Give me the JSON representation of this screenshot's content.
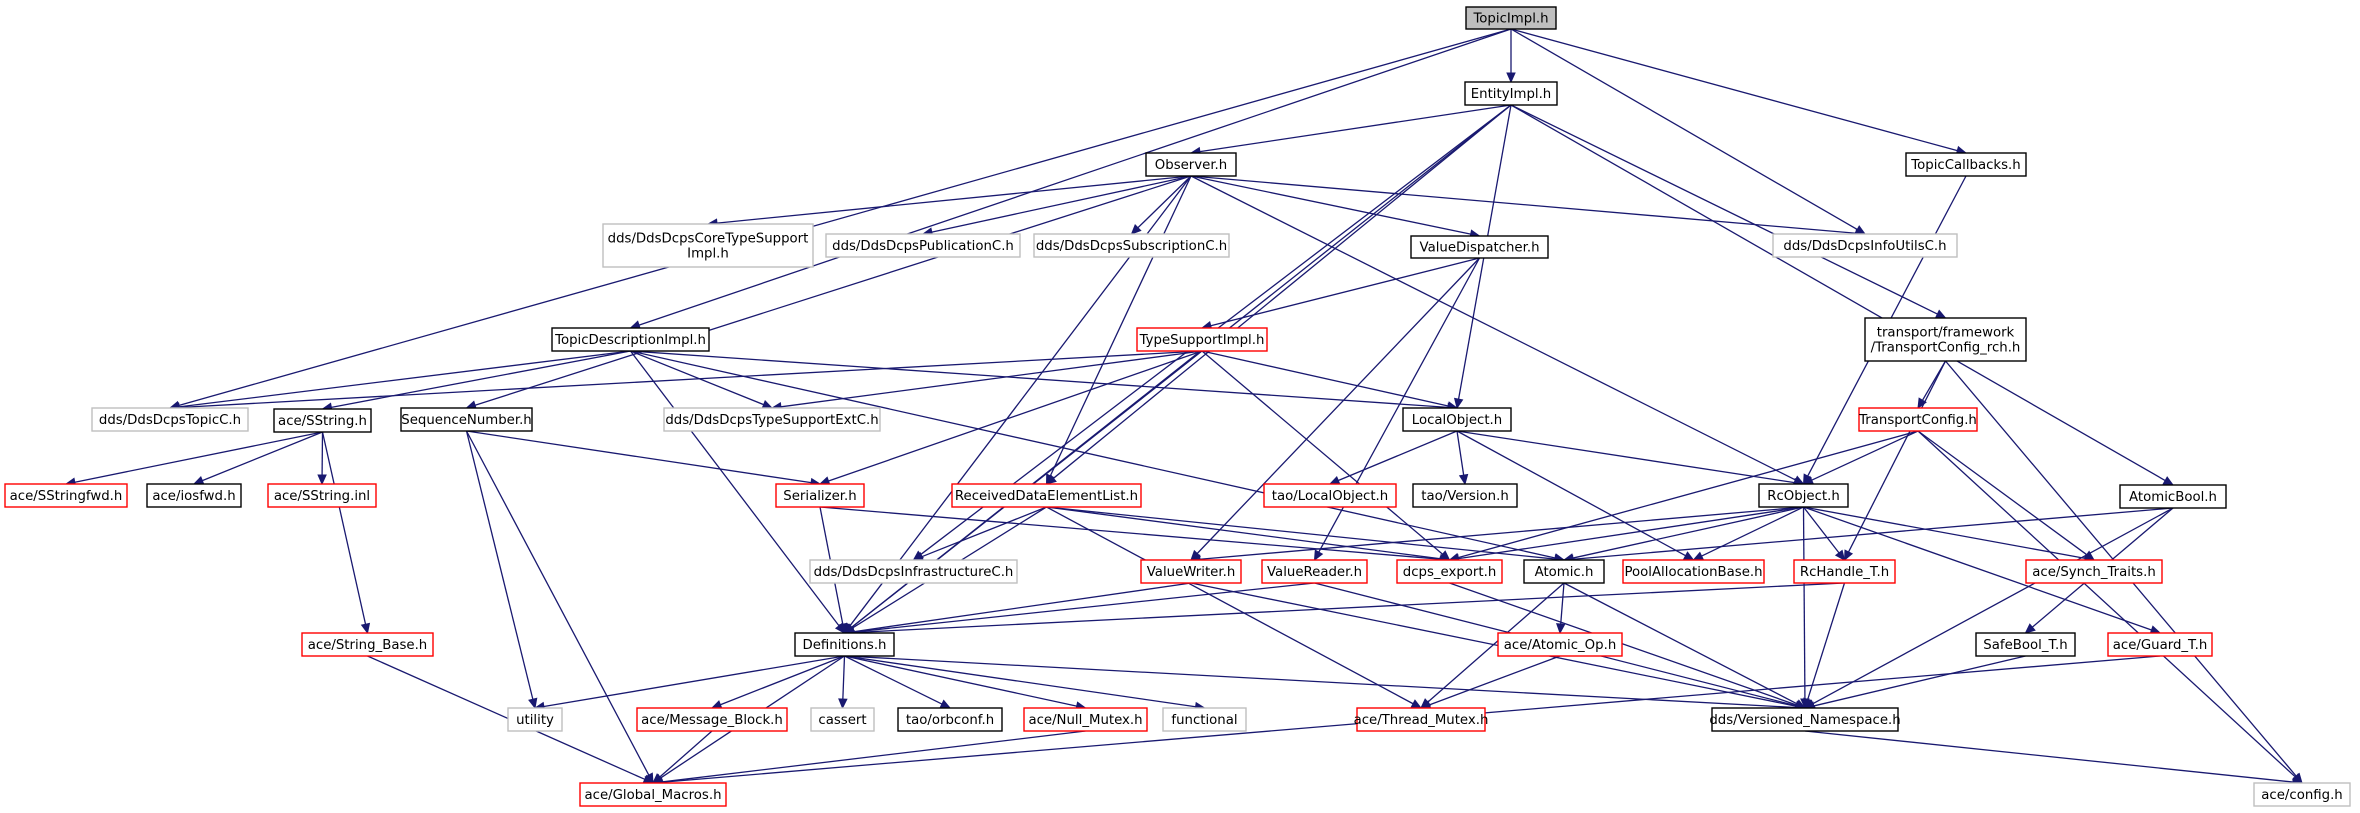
{
  "colors": {
    "edge": "#191970",
    "documented_border": "#000000",
    "undocumented_border": "#ff0000",
    "external_border": "#bfbfbf",
    "root_fill": "#bfbfbf",
    "background": "#ffffff"
  },
  "nodes": [
    {
      "id": "TopicImpl",
      "lines": [
        "TopicImpl.h"
      ],
      "style": "root"
    },
    {
      "id": "EntityImpl",
      "lines": [
        "EntityImpl.h"
      ],
      "style": "black"
    },
    {
      "id": "TopicCallbacks",
      "lines": [
        "TopicCallbacks.h"
      ],
      "style": "black"
    },
    {
      "id": "Observer",
      "lines": [
        "Observer.h"
      ],
      "style": "black"
    },
    {
      "id": "CoreTypeSupport",
      "lines": [
        "dds/DdsDcpsCoreTypeSupport",
        "Impl.h"
      ],
      "style": "gray"
    },
    {
      "id": "PublicationC",
      "lines": [
        "dds/DdsDcpsPublicationC.h"
      ],
      "style": "gray"
    },
    {
      "id": "SubscriptionC",
      "lines": [
        "dds/DdsDcpsSubscriptionC.h"
      ],
      "style": "gray"
    },
    {
      "id": "ValueDispatcher",
      "lines": [
        "ValueDispatcher.h"
      ],
      "style": "black"
    },
    {
      "id": "InfoUtilsC",
      "lines": [
        "dds/DdsDcpsInfoUtilsC.h"
      ],
      "style": "gray"
    },
    {
      "id": "TransportConfigRch",
      "lines": [
        "transport/framework",
        "/TransportConfig_rch.h"
      ],
      "style": "black"
    },
    {
      "id": "TopicDescriptionImpl",
      "lines": [
        "TopicDescriptionImpl.h"
      ],
      "style": "black"
    },
    {
      "id": "TypeSupportImpl",
      "lines": [
        "TypeSupportImpl.h"
      ],
      "style": "red"
    },
    {
      "id": "TransportConfig",
      "lines": [
        "TransportConfig.h"
      ],
      "style": "red"
    },
    {
      "id": "TopicC",
      "lines": [
        "dds/DdsDcpsTopicC.h"
      ],
      "style": "gray"
    },
    {
      "id": "SString",
      "lines": [
        "ace/SString.h"
      ],
      "style": "black"
    },
    {
      "id": "SequenceNumber",
      "lines": [
        "SequenceNumber.h"
      ],
      "style": "black"
    },
    {
      "id": "TypeSupportExtC",
      "lines": [
        "dds/DdsDcpsTypeSupportExtC.h"
      ],
      "style": "gray"
    },
    {
      "id": "LocalObject",
      "lines": [
        "LocalObject.h"
      ],
      "style": "black"
    },
    {
      "id": "AtomicBool",
      "lines": [
        "AtomicBool.h"
      ],
      "style": "black"
    },
    {
      "id": "SStringfwd",
      "lines": [
        "ace/SStringfwd.h"
      ],
      "style": "red"
    },
    {
      "id": "iosfwd",
      "lines": [
        "ace/iosfwd.h"
      ],
      "style": "black"
    },
    {
      "id": "SStringInl",
      "lines": [
        "ace/SString.inl"
      ],
      "style": "red"
    },
    {
      "id": "Serializer",
      "lines": [
        "Serializer.h"
      ],
      "style": "red"
    },
    {
      "id": "ReceivedDataElementList",
      "lines": [
        "ReceivedDataElementList.h"
      ],
      "style": "red"
    },
    {
      "id": "TaoLocalObject",
      "lines": [
        "tao/LocalObject.h"
      ],
      "style": "red"
    },
    {
      "id": "TaoVersion",
      "lines": [
        "tao/Version.h"
      ],
      "style": "black"
    },
    {
      "id": "RcObject",
      "lines": [
        "RcObject.h"
      ],
      "style": "black"
    },
    {
      "id": "InfrastructureC",
      "lines": [
        "dds/DdsDcpsInfrastructureC.h"
      ],
      "style": "gray"
    },
    {
      "id": "ValueWriter",
      "lines": [
        "ValueWriter.h"
      ],
      "style": "red"
    },
    {
      "id": "ValueReader",
      "lines": [
        "ValueReader.h"
      ],
      "style": "red"
    },
    {
      "id": "DcpsExport",
      "lines": [
        "dcps_export.h"
      ],
      "style": "red"
    },
    {
      "id": "Atomic",
      "lines": [
        "Atomic.h"
      ],
      "style": "black"
    },
    {
      "id": "PoolAllocationBase",
      "lines": [
        "PoolAllocationBase.h"
      ],
      "style": "red"
    },
    {
      "id": "RcHandleT",
      "lines": [
        "RcHandle_T.h"
      ],
      "style": "red"
    },
    {
      "id": "SynchTraits",
      "lines": [
        "ace/Synch_Traits.h"
      ],
      "style": "red"
    },
    {
      "id": "StringBase",
      "lines": [
        "ace/String_Base.h"
      ],
      "style": "red"
    },
    {
      "id": "Definitions",
      "lines": [
        "Definitions.h"
      ],
      "style": "black"
    },
    {
      "id": "AtomicOp",
      "lines": [
        "ace/Atomic_Op.h"
      ],
      "style": "red"
    },
    {
      "id": "SafeBoolT",
      "lines": [
        "SafeBool_T.h"
      ],
      "style": "black"
    },
    {
      "id": "GuardT",
      "lines": [
        "ace/Guard_T.h"
      ],
      "style": "red"
    },
    {
      "id": "utility",
      "lines": [
        "utility"
      ],
      "style": "gray"
    },
    {
      "id": "MessageBlock",
      "lines": [
        "ace/Message_Block.h"
      ],
      "style": "red"
    },
    {
      "id": "cassert",
      "lines": [
        "cassert"
      ],
      "style": "gray"
    },
    {
      "id": "orbconf",
      "lines": [
        "tao/orbconf.h"
      ],
      "style": "black"
    },
    {
      "id": "NullMutex",
      "lines": [
        "ace/Null_Mutex.h"
      ],
      "style": "red"
    },
    {
      "id": "functional",
      "lines": [
        "functional"
      ],
      "style": "gray"
    },
    {
      "id": "VersionedNamespace",
      "lines": [
        "dds/Versioned_Namespace.h"
      ],
      "style": "black"
    },
    {
      "id": "ThreadMutex",
      "lines": [
        "ace/Thread_Mutex.h"
      ],
      "style": "red"
    },
    {
      "id": "GlobalMacros",
      "lines": [
        "ace/Global_Macros.h"
      ],
      "style": "red"
    },
    {
      "id": "aceConfig",
      "lines": [
        "ace/config.h"
      ],
      "style": "gray"
    }
  ],
  "edges": [
    [
      "TopicImpl",
      "EntityImpl"
    ],
    [
      "TopicImpl",
      "TopicCallbacks"
    ],
    [
      "TopicImpl",
      "InfoUtilsC"
    ],
    [
      "TopicImpl",
      "TopicDescriptionImpl"
    ],
    [
      "TopicImpl",
      "TopicC"
    ],
    [
      "EntityImpl",
      "Observer"
    ],
    [
      "EntityImpl",
      "TransportConfigRch"
    ],
    [
      "EntityImpl",
      "LocalObject"
    ],
    [
      "EntityImpl",
      "AtomicBool"
    ],
    [
      "EntityImpl",
      "ReceivedDataElementList"
    ],
    [
      "EntityImpl",
      "InfrastructureC"
    ],
    [
      "EntityImpl",
      "Definitions"
    ],
    [
      "Observer",
      "CoreTypeSupport"
    ],
    [
      "Observer",
      "PublicationC"
    ],
    [
      "Observer",
      "SubscriptionC"
    ],
    [
      "Observer",
      "ValueDispatcher"
    ],
    [
      "Observer",
      "InfoUtilsC"
    ],
    [
      "Observer",
      "RcObject"
    ],
    [
      "Observer",
      "SequenceNumber"
    ],
    [
      "Observer",
      "Definitions"
    ],
    [
      "Observer",
      "ReceivedDataElementList"
    ],
    [
      "TopicCallbacks",
      "RcObject"
    ],
    [
      "ValueDispatcher",
      "TypeSupportImpl"
    ],
    [
      "ValueDispatcher",
      "ValueWriter"
    ],
    [
      "ValueDispatcher",
      "ValueReader"
    ],
    [
      "TransportConfigRch",
      "TransportConfig"
    ],
    [
      "TransportConfigRch",
      "RcHandleT"
    ],
    [
      "TransportConfigRch",
      "aceConfig"
    ],
    [
      "TopicDescriptionImpl",
      "TopicC"
    ],
    [
      "TopicDescriptionImpl",
      "SString"
    ],
    [
      "TopicDescriptionImpl",
      "TypeSupportExtC"
    ],
    [
      "TopicDescriptionImpl",
      "LocalObject"
    ],
    [
      "TopicDescriptionImpl",
      "Definitions"
    ],
    [
      "TopicDescriptionImpl",
      "Atomic"
    ],
    [
      "TypeSupportImpl",
      "TypeSupportExtC"
    ],
    [
      "TypeSupportImpl",
      "LocalObject"
    ],
    [
      "TypeSupportImpl",
      "Serializer"
    ],
    [
      "TypeSupportImpl",
      "DcpsExport"
    ],
    [
      "TypeSupportImpl",
      "Definitions"
    ],
    [
      "TypeSupportImpl",
      "TopicC"
    ],
    [
      "TransportConfig",
      "RcObject"
    ],
    [
      "TransportConfig",
      "DcpsExport"
    ],
    [
      "TransportConfig",
      "SynchTraits"
    ],
    [
      "TransportConfig",
      "aceConfig"
    ],
    [
      "LocalObject",
      "TaoLocalObject"
    ],
    [
      "LocalObject",
      "TaoVersion"
    ],
    [
      "LocalObject",
      "RcObject"
    ],
    [
      "LocalObject",
      "PoolAllocationBase"
    ],
    [
      "SString",
      "SStringfwd"
    ],
    [
      "SString",
      "iosfwd"
    ],
    [
      "SString",
      "SStringInl"
    ],
    [
      "SString",
      "StringBase"
    ],
    [
      "SequenceNumber",
      "Serializer"
    ],
    [
      "SequenceNumber",
      "utility"
    ],
    [
      "SequenceNumber",
      "GlobalMacros"
    ],
    [
      "Serializer",
      "Definitions"
    ],
    [
      "Serializer",
      "DcpsExport"
    ],
    [
      "ReceivedDataElementList",
      "InfrastructureC"
    ],
    [
      "ReceivedDataElementList",
      "Definitions"
    ],
    [
      "ReceivedDataElementList",
      "DcpsExport"
    ],
    [
      "ReceivedDataElementList",
      "Atomic"
    ],
    [
      "ReceivedDataElementList",
      "ThreadMutex"
    ],
    [
      "AtomicBool",
      "Atomic"
    ],
    [
      "AtomicBool",
      "SafeBoolT"
    ],
    [
      "AtomicBool",
      "VersionedNamespace"
    ],
    [
      "RcObject",
      "ValueWriter"
    ],
    [
      "RcObject",
      "DcpsExport"
    ],
    [
      "RcObject",
      "Atomic"
    ],
    [
      "RcObject",
      "PoolAllocationBase"
    ],
    [
      "RcObject",
      "RcHandleT"
    ],
    [
      "RcObject",
      "SynchTraits"
    ],
    [
      "RcObject",
      "GuardT"
    ],
    [
      "RcObject",
      "VersionedNamespace"
    ],
    [
      "ValueWriter",
      "Definitions"
    ],
    [
      "ValueWriter",
      "VersionedNamespace"
    ],
    [
      "ValueReader",
      "Definitions"
    ],
    [
      "ValueReader",
      "VersionedNamespace"
    ],
    [
      "DcpsExport",
      "VersionedNamespace"
    ],
    [
      "Atomic",
      "AtomicOp"
    ],
    [
      "Atomic",
      "ThreadMutex"
    ],
    [
      "Atomic",
      "VersionedNamespace"
    ],
    [
      "RcHandleT",
      "Definitions"
    ],
    [
      "RcHandleT",
      "VersionedNamespace"
    ],
    [
      "StringBase",
      "GlobalMacros"
    ],
    [
      "Definitions",
      "utility"
    ],
    [
      "Definitions",
      "MessageBlock"
    ],
    [
      "Definitions",
      "cassert"
    ],
    [
      "Definitions",
      "orbconf"
    ],
    [
      "Definitions",
      "NullMutex"
    ],
    [
      "Definitions",
      "functional"
    ],
    [
      "Definitions",
      "VersionedNamespace"
    ],
    [
      "Definitions",
      "GlobalMacros"
    ],
    [
      "AtomicOp",
      "ThreadMutex"
    ],
    [
      "SafeBoolT",
      "VersionedNamespace"
    ],
    [
      "GuardT",
      "GlobalMacros"
    ],
    [
      "MessageBlock",
      "GlobalMacros"
    ],
    [
      "NullMutex",
      "GlobalMacros"
    ],
    [
      "VersionedNamespace",
      "aceConfig"
    ]
  ]
}
